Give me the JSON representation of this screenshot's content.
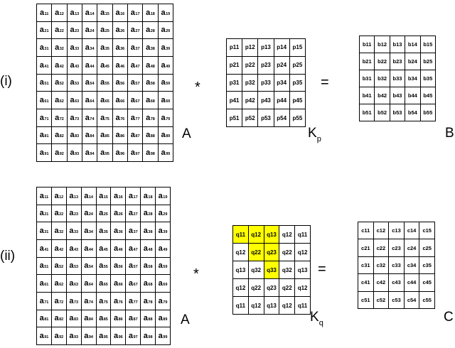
{
  "panels": [
    {
      "roman": "(i)",
      "matrix_a": {
        "label": "A",
        "rows": [
          [
            "11",
            "12",
            "13",
            "14",
            "15",
            "16",
            "17",
            "18",
            "19"
          ],
          [
            "21",
            "22",
            "23",
            "24",
            "25",
            "26",
            "27",
            "28",
            "29"
          ],
          [
            "31",
            "32",
            "33",
            "34",
            "35",
            "36",
            "37",
            "38",
            "39"
          ],
          [
            "41",
            "42",
            "43",
            "44",
            "45",
            "46",
            "47",
            "48",
            "49"
          ],
          [
            "51",
            "52",
            "53",
            "54",
            "55",
            "56",
            "57",
            "58",
            "59"
          ],
          [
            "61",
            "62",
            "63",
            "64",
            "65",
            "66",
            "67",
            "68",
            "69"
          ],
          [
            "71",
            "72",
            "73",
            "74",
            "75",
            "76",
            "77",
            "78",
            "79"
          ],
          [
            "81",
            "82",
            "83",
            "84",
            "85",
            "86",
            "87",
            "88",
            "89"
          ],
          [
            "91",
            "92",
            "93",
            "94",
            "95",
            "96",
            "97",
            "98",
            "99"
          ]
        ],
        "letter": "a"
      },
      "operator": "*",
      "equals": "=",
      "kernel": {
        "label_main": "K",
        "label_sub": "p",
        "rows": [
          [
            "p11",
            "p12",
            "p13",
            "p14",
            "p15"
          ],
          [
            "p21",
            "p22",
            "p23",
            "p24",
            "p25"
          ],
          [
            "p31",
            "p32",
            "p33",
            "p34",
            "p35"
          ],
          [
            "p41",
            "p42",
            "p43",
            "p44",
            "p45"
          ],
          [
            "p51",
            "p52",
            "p53",
            "p54",
            "p55"
          ]
        ],
        "highlighted": []
      },
      "result": {
        "label": "B",
        "rows": [
          [
            "b11",
            "b12",
            "b13",
            "b14",
            "b15"
          ],
          [
            "b21",
            "b22",
            "b23",
            "b24",
            "b25"
          ],
          [
            "b31",
            "b32",
            "b33",
            "b34",
            "b35"
          ],
          [
            "b41",
            "b42",
            "b43",
            "b44",
            "b45"
          ],
          [
            "b51",
            "b52",
            "b53",
            "b54",
            "b55"
          ]
        ]
      }
    },
    {
      "roman": "(ii)",
      "matrix_a": {
        "label": "A",
        "rows": [
          [
            "11",
            "12",
            "13",
            "14",
            "15",
            "16",
            "17",
            "18",
            "19"
          ],
          [
            "21",
            "22",
            "23",
            "24",
            "25",
            "26",
            "27",
            "28",
            "29"
          ],
          [
            "31",
            "32",
            "33",
            "34",
            "35",
            "36",
            "37",
            "38",
            "39"
          ],
          [
            "41",
            "42",
            "43",
            "44",
            "45",
            "46",
            "47",
            "48",
            "49"
          ],
          [
            "51",
            "52",
            "53",
            "54",
            "55",
            "56",
            "57",
            "58",
            "59"
          ],
          [
            "61",
            "62",
            "63",
            "64",
            "65",
            "66",
            "67",
            "68",
            "69"
          ],
          [
            "71",
            "72",
            "73",
            "74",
            "75",
            "76",
            "77",
            "78",
            "79"
          ],
          [
            "81",
            "82",
            "83",
            "84",
            "85",
            "86",
            "87",
            "88",
            "89"
          ],
          [
            "91",
            "92",
            "93",
            "94",
            "95",
            "96",
            "97",
            "98",
            "99"
          ]
        ],
        "letter": "a"
      },
      "operator": "*",
      "equals": "=",
      "kernel": {
        "label_main": "K",
        "label_sub": "q",
        "rows": [
          [
            "q11",
            "q12",
            "q13",
            "q12",
            "q11"
          ],
          [
            "q12",
            "q22",
            "q23",
            "q22",
            "q12"
          ],
          [
            "q13",
            "q32",
            "q33",
            "q32",
            "q13"
          ],
          [
            "q12",
            "q22",
            "q23",
            "q22",
            "q12"
          ],
          [
            "q11",
            "q12",
            "q13",
            "q12",
            "q11"
          ]
        ],
        "highlighted": [
          "0-0",
          "0-1",
          "0-2",
          "1-1",
          "1-2",
          "2-2"
        ],
        "highlight_color": "#ffff00"
      },
      "result": {
        "label": "C",
        "rows": [
          [
            "c11",
            "c12",
            "c13",
            "c14",
            "c15"
          ],
          [
            "c21",
            "c22",
            "c23",
            "c24",
            "c25"
          ],
          [
            "c31",
            "c32",
            "c33",
            "c34",
            "c35"
          ],
          [
            "c41",
            "c42",
            "c43",
            "c44",
            "c45"
          ],
          [
            "c51",
            "c52",
            "c53",
            "c54",
            "c55"
          ]
        ]
      }
    }
  ]
}
